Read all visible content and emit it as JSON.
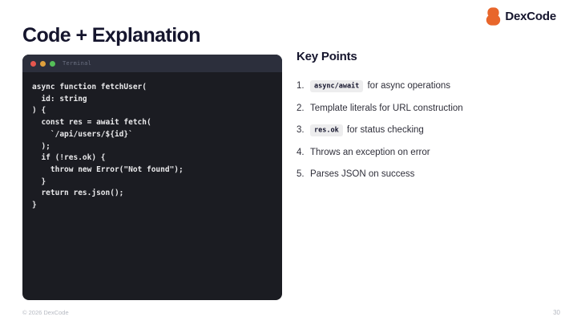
{
  "slide": {
    "title": "Code + Explanation",
    "brand": {
      "name": "DexCode",
      "accent_color": "#E8662B"
    },
    "terminal": {
      "title": "Terminal",
      "code_lines": [
        "async function fetchUser(",
        "  id: string",
        ") {",
        "  const res = await fetch(",
        "    `/api/users/${id}`",
        "  );",
        "  if (!res.ok) {",
        "    throw new Error(\"Not found\");",
        "  }",
        "  return res.json();",
        "}"
      ]
    },
    "key_points": {
      "heading": "Key Points",
      "items": [
        {
          "code": "async/await",
          "text": " for async operations"
        },
        {
          "code": "",
          "text": "Template literals for URL construction"
        },
        {
          "code": "res.ok",
          "text": " for status checking"
        },
        {
          "code": "",
          "text": "Throws an exception on error"
        },
        {
          "code": "",
          "text": "Parses JSON on success"
        }
      ]
    },
    "footer": {
      "copyright": "© 2026 DexCode",
      "page_number": "30"
    }
  }
}
